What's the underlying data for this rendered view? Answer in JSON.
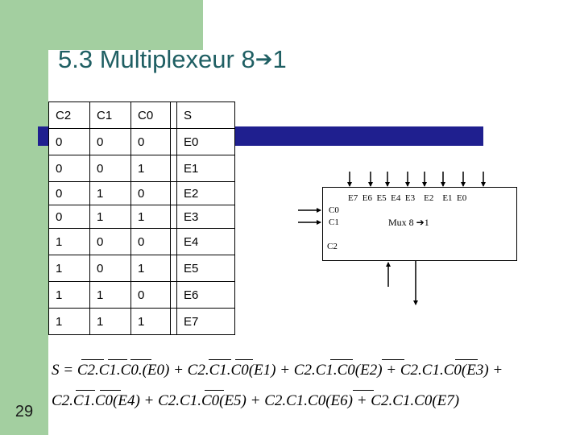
{
  "slide": {
    "title_text": "5.3 Multiplexeur 8",
    "title_arrow": "➔",
    "title_suffix": "1",
    "number": "29"
  },
  "truth_table": {
    "headers": [
      "C2",
      "C1",
      "C0",
      "S"
    ],
    "rows": [
      [
        "0",
        "0",
        "0",
        "E0"
      ],
      [
        "0",
        "0",
        "1",
        "E1"
      ],
      [
        "0",
        "1",
        "0",
        "E2"
      ],
      [
        "0",
        "1",
        "1",
        "E3"
      ],
      [
        "1",
        "0",
        "0",
        "E4"
      ],
      [
        "1",
        "0",
        "1",
        "E5"
      ],
      [
        "1",
        "1",
        "0",
        "E6"
      ],
      [
        "1",
        "1",
        "1",
        "E7"
      ]
    ]
  },
  "mux": {
    "input_labels": "E7  E6  E5  E4  E3    E2    E1  E0",
    "name_text": "Mux 8",
    "name_arrow": "➔",
    "name_suffix": "1",
    "select_c0": "C0",
    "select_c1": "C1",
    "select_c2": "C2"
  },
  "equation": {
    "line1": "S = C2.C1.C0.(E0) + C2.C1.C0(E1) + C2.C1.C0(E2) + C2.C1.C0(E3) +",
    "line2": "C2.C1.C0(E4) + C2.C1.C0(E5) + C2.C1.C0(E6) + C2.C1.C0(E7)"
  },
  "colors": {
    "side_green": "#a3cfa0",
    "title_teal": "#1f5f63",
    "bar_blue": "#1f1f8f"
  }
}
